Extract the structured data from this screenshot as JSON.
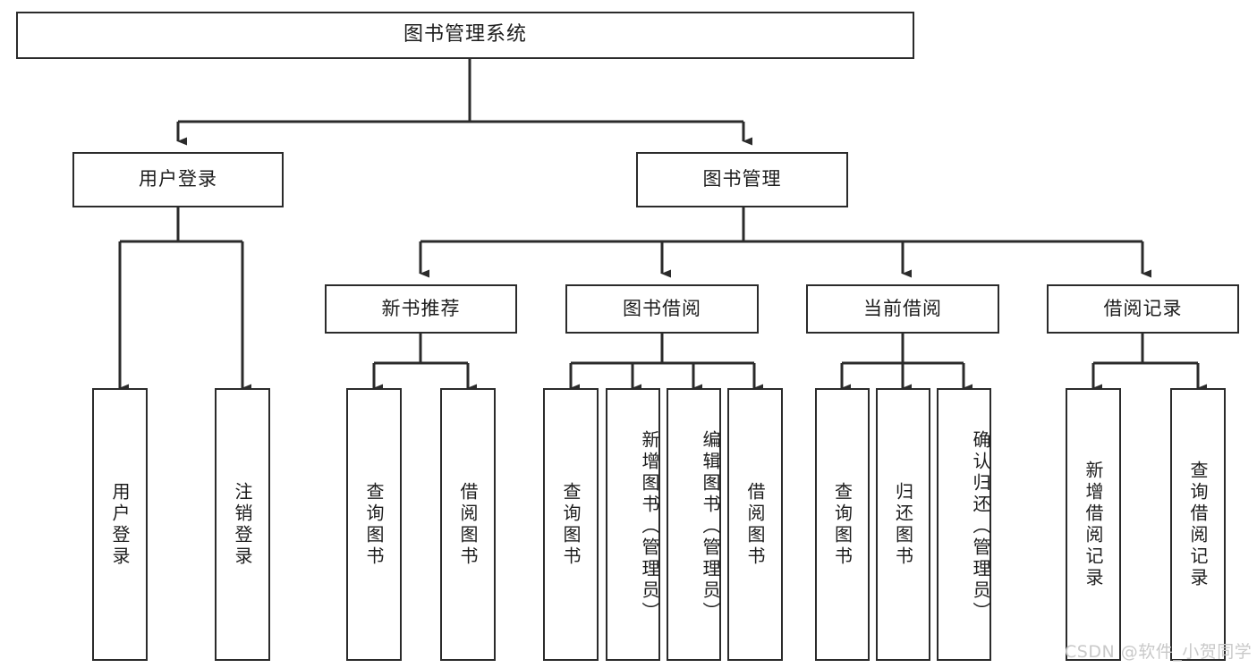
{
  "diagram": {
    "type": "tree-hierarchy",
    "title": "图书管理系统",
    "watermark": "CSDN @软件_小贺同学",
    "colors": {
      "stroke": "#2b2b2b",
      "fill": "#ffffff",
      "text": "#1d1d1d",
      "watermark": "#c9c9c9"
    },
    "nodes": {
      "root": {
        "label": "图书管理系统"
      },
      "level2": [
        {
          "id": "user-login",
          "label": "用户登录"
        },
        {
          "id": "book-manage",
          "label": "图书管理"
        }
      ],
      "level3": [
        {
          "id": "new-book-recommend",
          "label": "新书推荐"
        },
        {
          "id": "book-borrow",
          "label": "图书借阅"
        },
        {
          "id": "current-borrow",
          "label": "当前借阅"
        },
        {
          "id": "borrow-record",
          "label": "借阅记录"
        }
      ],
      "leaves": {
        "user_login": [
          {
            "id": "leaf-user-login",
            "label": "用户登录"
          },
          {
            "id": "leaf-logout",
            "label": "注销登录"
          }
        ],
        "new_book_recommend": [
          {
            "id": "leaf-query-book-1",
            "label": "查询图书"
          },
          {
            "id": "leaf-borrow-book-1",
            "label": "借阅图书"
          }
        ],
        "book_borrow": [
          {
            "id": "leaf-query-book-2",
            "label": "查询图书"
          },
          {
            "id": "leaf-add-book",
            "label": "新增图书（管理员）"
          },
          {
            "id": "leaf-edit-book",
            "label": "编辑图书（管理员）"
          },
          {
            "id": "leaf-borrow-book-2",
            "label": "借阅图书"
          }
        ],
        "current_borrow": [
          {
            "id": "leaf-query-book-3",
            "label": "查询图书"
          },
          {
            "id": "leaf-return-book",
            "label": "归还图书"
          },
          {
            "id": "leaf-confirm-return",
            "label": "确认归还（管理员）"
          }
        ],
        "borrow_record": [
          {
            "id": "leaf-add-record",
            "label": "新增借阅记录"
          },
          {
            "id": "leaf-query-record",
            "label": "查询借阅记录"
          }
        ]
      }
    }
  }
}
